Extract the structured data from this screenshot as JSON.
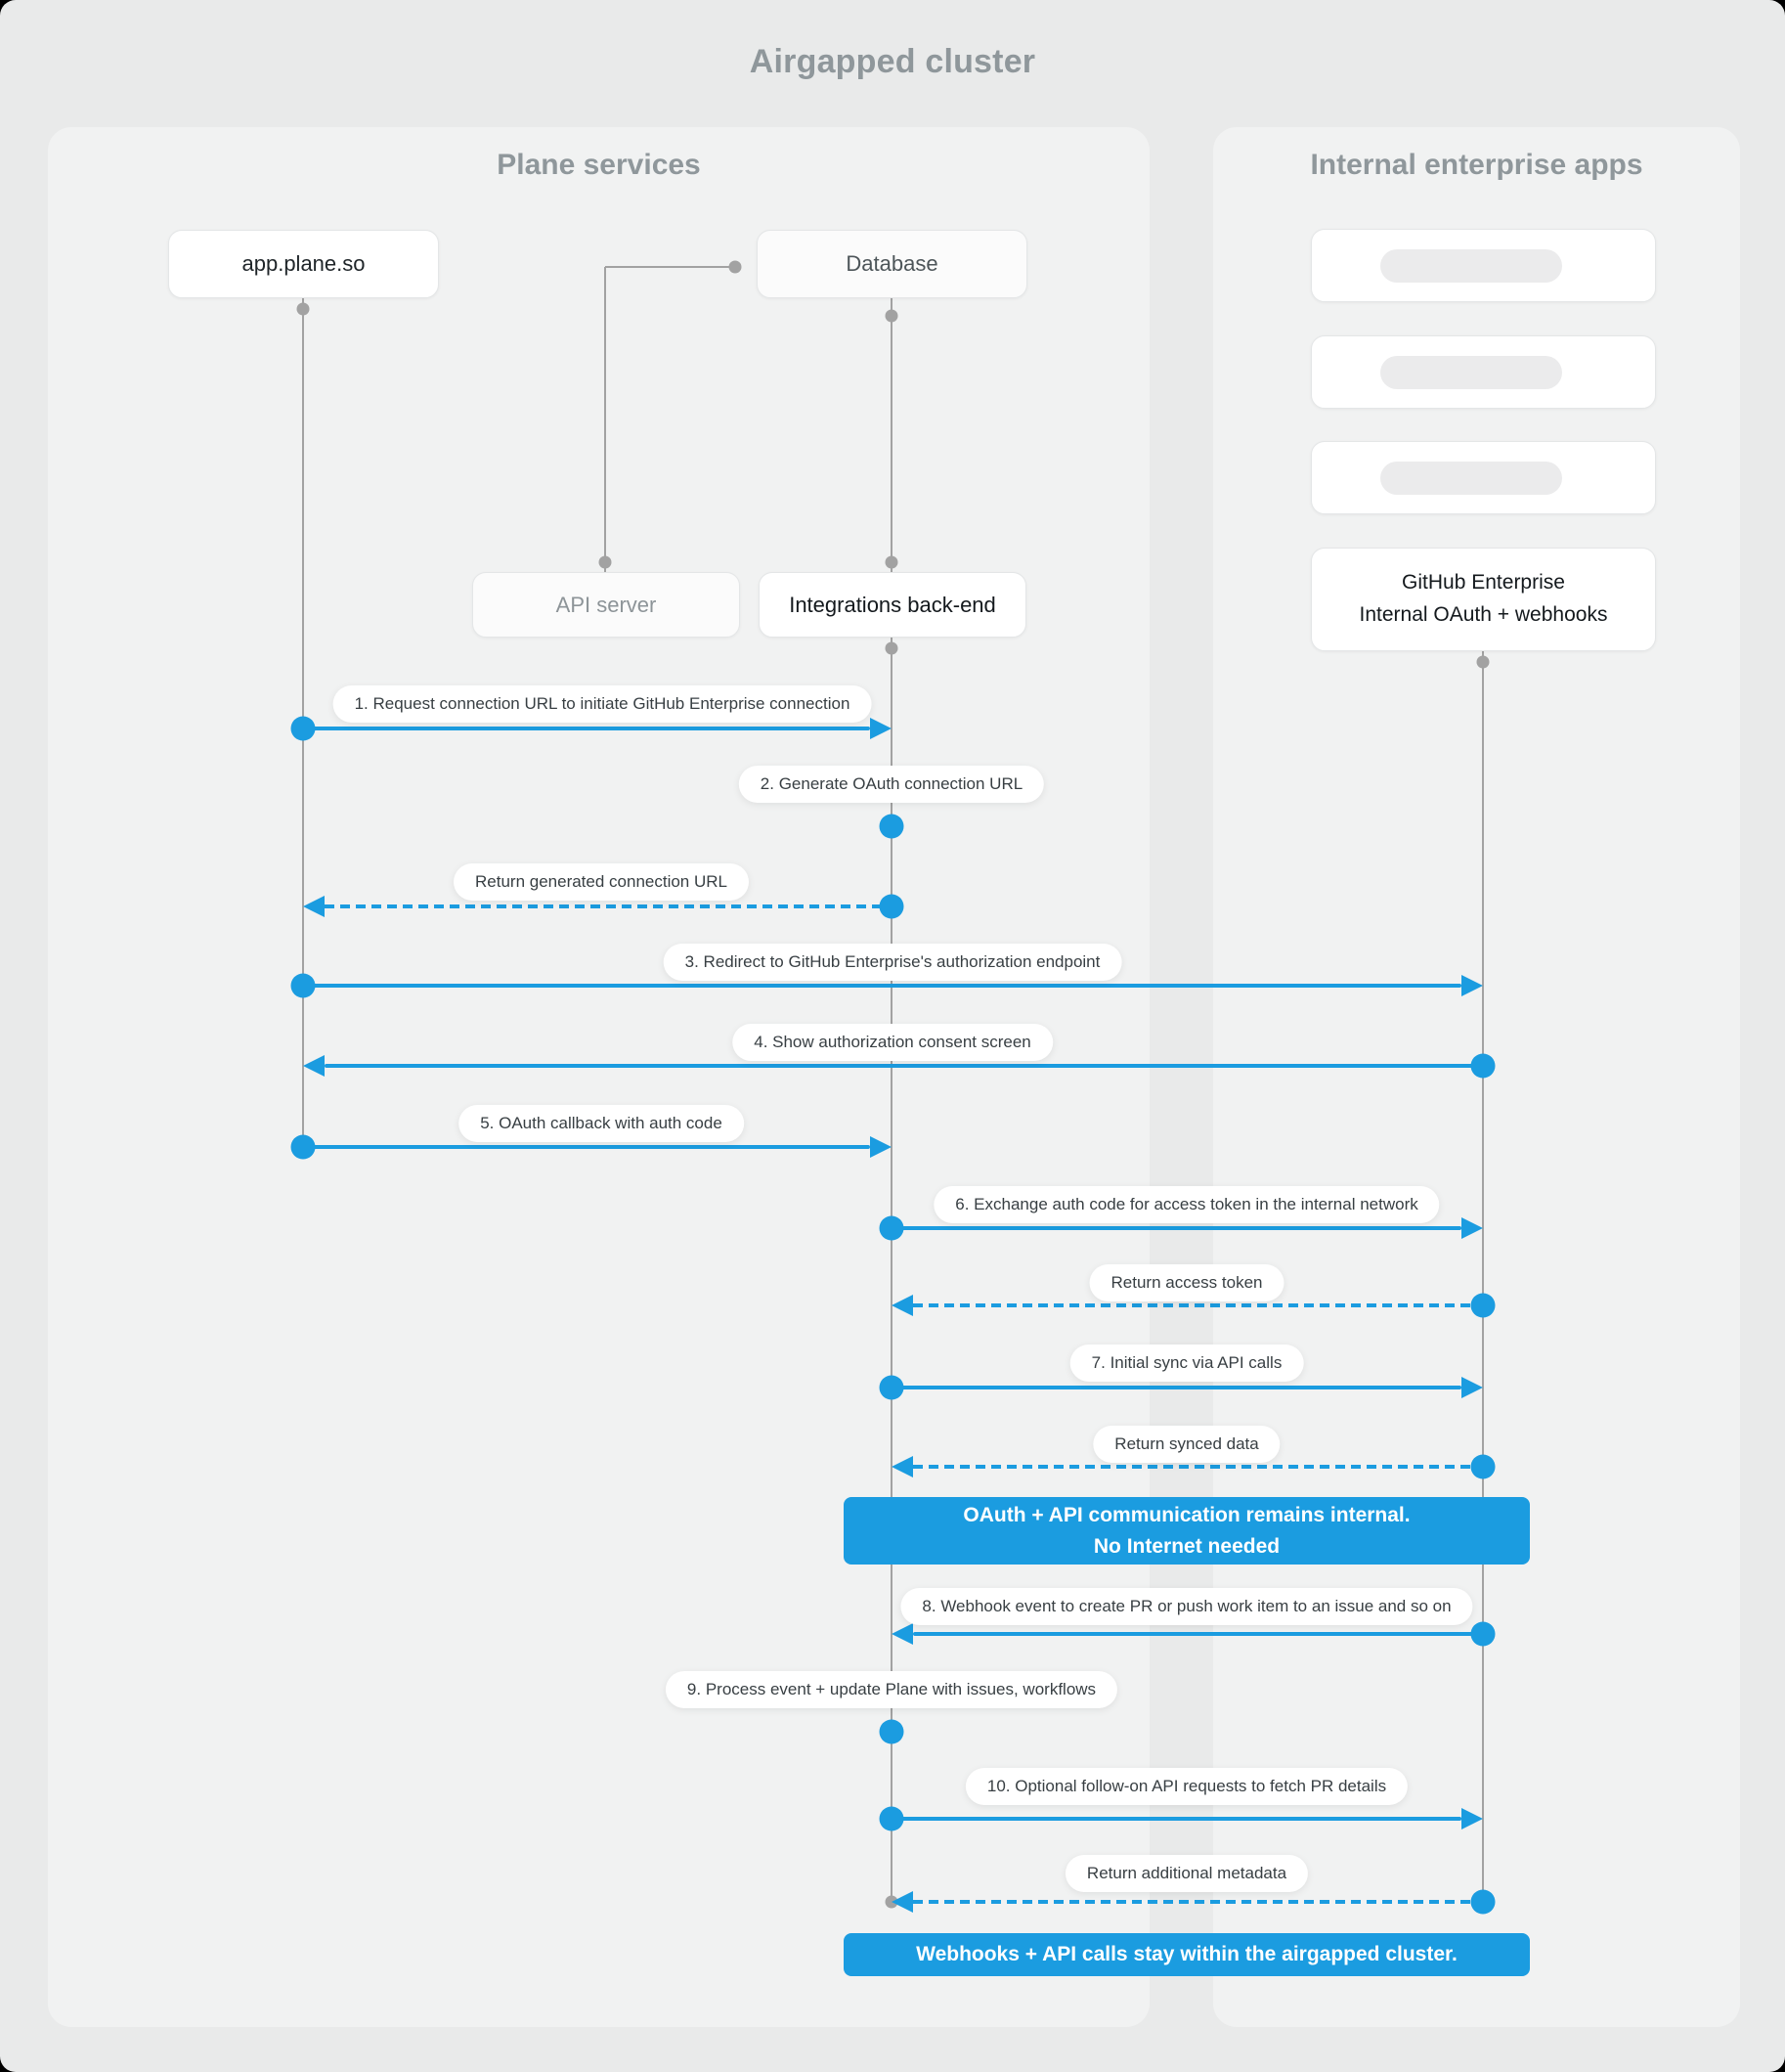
{
  "title": "Airgapped cluster",
  "panels": {
    "plane": {
      "title": "Plane services"
    },
    "internal": {
      "title": "Internal enterprise apps"
    }
  },
  "nodes": {
    "app": {
      "label": "app.plane.so"
    },
    "database": {
      "label": "Database"
    },
    "api_server": {
      "label": "API server"
    },
    "integrations": {
      "label": "Integrations back-end"
    },
    "github": {
      "label_line1": "GitHub Enterprise",
      "label_line2": "Internal OAuth + webhooks"
    }
  },
  "placeholder_app_count": 3,
  "messages": [
    {
      "label": "1. Request connection URL to initiate GitHub Enterprise connection",
      "type": "solid",
      "from": "app.plane.so",
      "to": "Integrations back-end"
    },
    {
      "label": "2. Generate OAuth connection URL",
      "type": "self",
      "at": "Integrations back-end"
    },
    {
      "label": "Return generated connection URL",
      "type": "dashed",
      "from": "Integrations back-end",
      "to": "app.plane.so"
    },
    {
      "label": "3. Redirect to GitHub Enterprise's authorization endpoint",
      "type": "solid",
      "from": "app.plane.so",
      "to": "GitHub Enterprise"
    },
    {
      "label": "4. Show authorization consent screen",
      "type": "solid",
      "from": "GitHub Enterprise",
      "to": "app.plane.so"
    },
    {
      "label": "5. OAuth callback with auth code",
      "type": "solid",
      "from": "app.plane.so",
      "to": "Integrations back-end"
    },
    {
      "label": "6. Exchange auth code for access token in the internal network",
      "type": "solid",
      "from": "Integrations back-end",
      "to": "GitHub Enterprise"
    },
    {
      "label": "Return access token",
      "type": "dashed",
      "from": "GitHub Enterprise",
      "to": "Integrations back-end"
    },
    {
      "label": "7. Initial sync via API calls",
      "type": "solid",
      "from": "Integrations back-end",
      "to": "GitHub Enterprise"
    },
    {
      "label": "Return synced data",
      "type": "dashed",
      "from": "GitHub Enterprise",
      "to": "Integrations back-end"
    },
    {
      "label": "8. Webhook event to create PR  or push work item to an issue  and so on",
      "type": "solid",
      "from": "GitHub Enterprise",
      "to": "Integrations back-end"
    },
    {
      "label": "9. Process event + update Plane with issues, workflows",
      "type": "self",
      "at": "Integrations back-end"
    },
    {
      "label": "10. Optional follow-on API requests to fetch PR details",
      "type": "solid",
      "from": "Integrations back-end",
      "to": "GitHub Enterprise"
    },
    {
      "label": "Return additional metadata",
      "type": "dashed",
      "from": "GitHub Enterprise",
      "to": "Integrations back-end"
    }
  ],
  "banners": [
    {
      "line1": "OAuth + API communication remains internal.",
      "line2": "No Internet needed"
    },
    {
      "text": "Webhooks + API calls stay within the airgapped cluster."
    }
  ],
  "colors": {
    "accent_blue": "#1b9ce0",
    "page_bg": "#e9eaea",
    "panel_bg": "#f1f2f2",
    "lifeline_gray": "#a2a2a2",
    "heading_gray": "#8f979b"
  }
}
